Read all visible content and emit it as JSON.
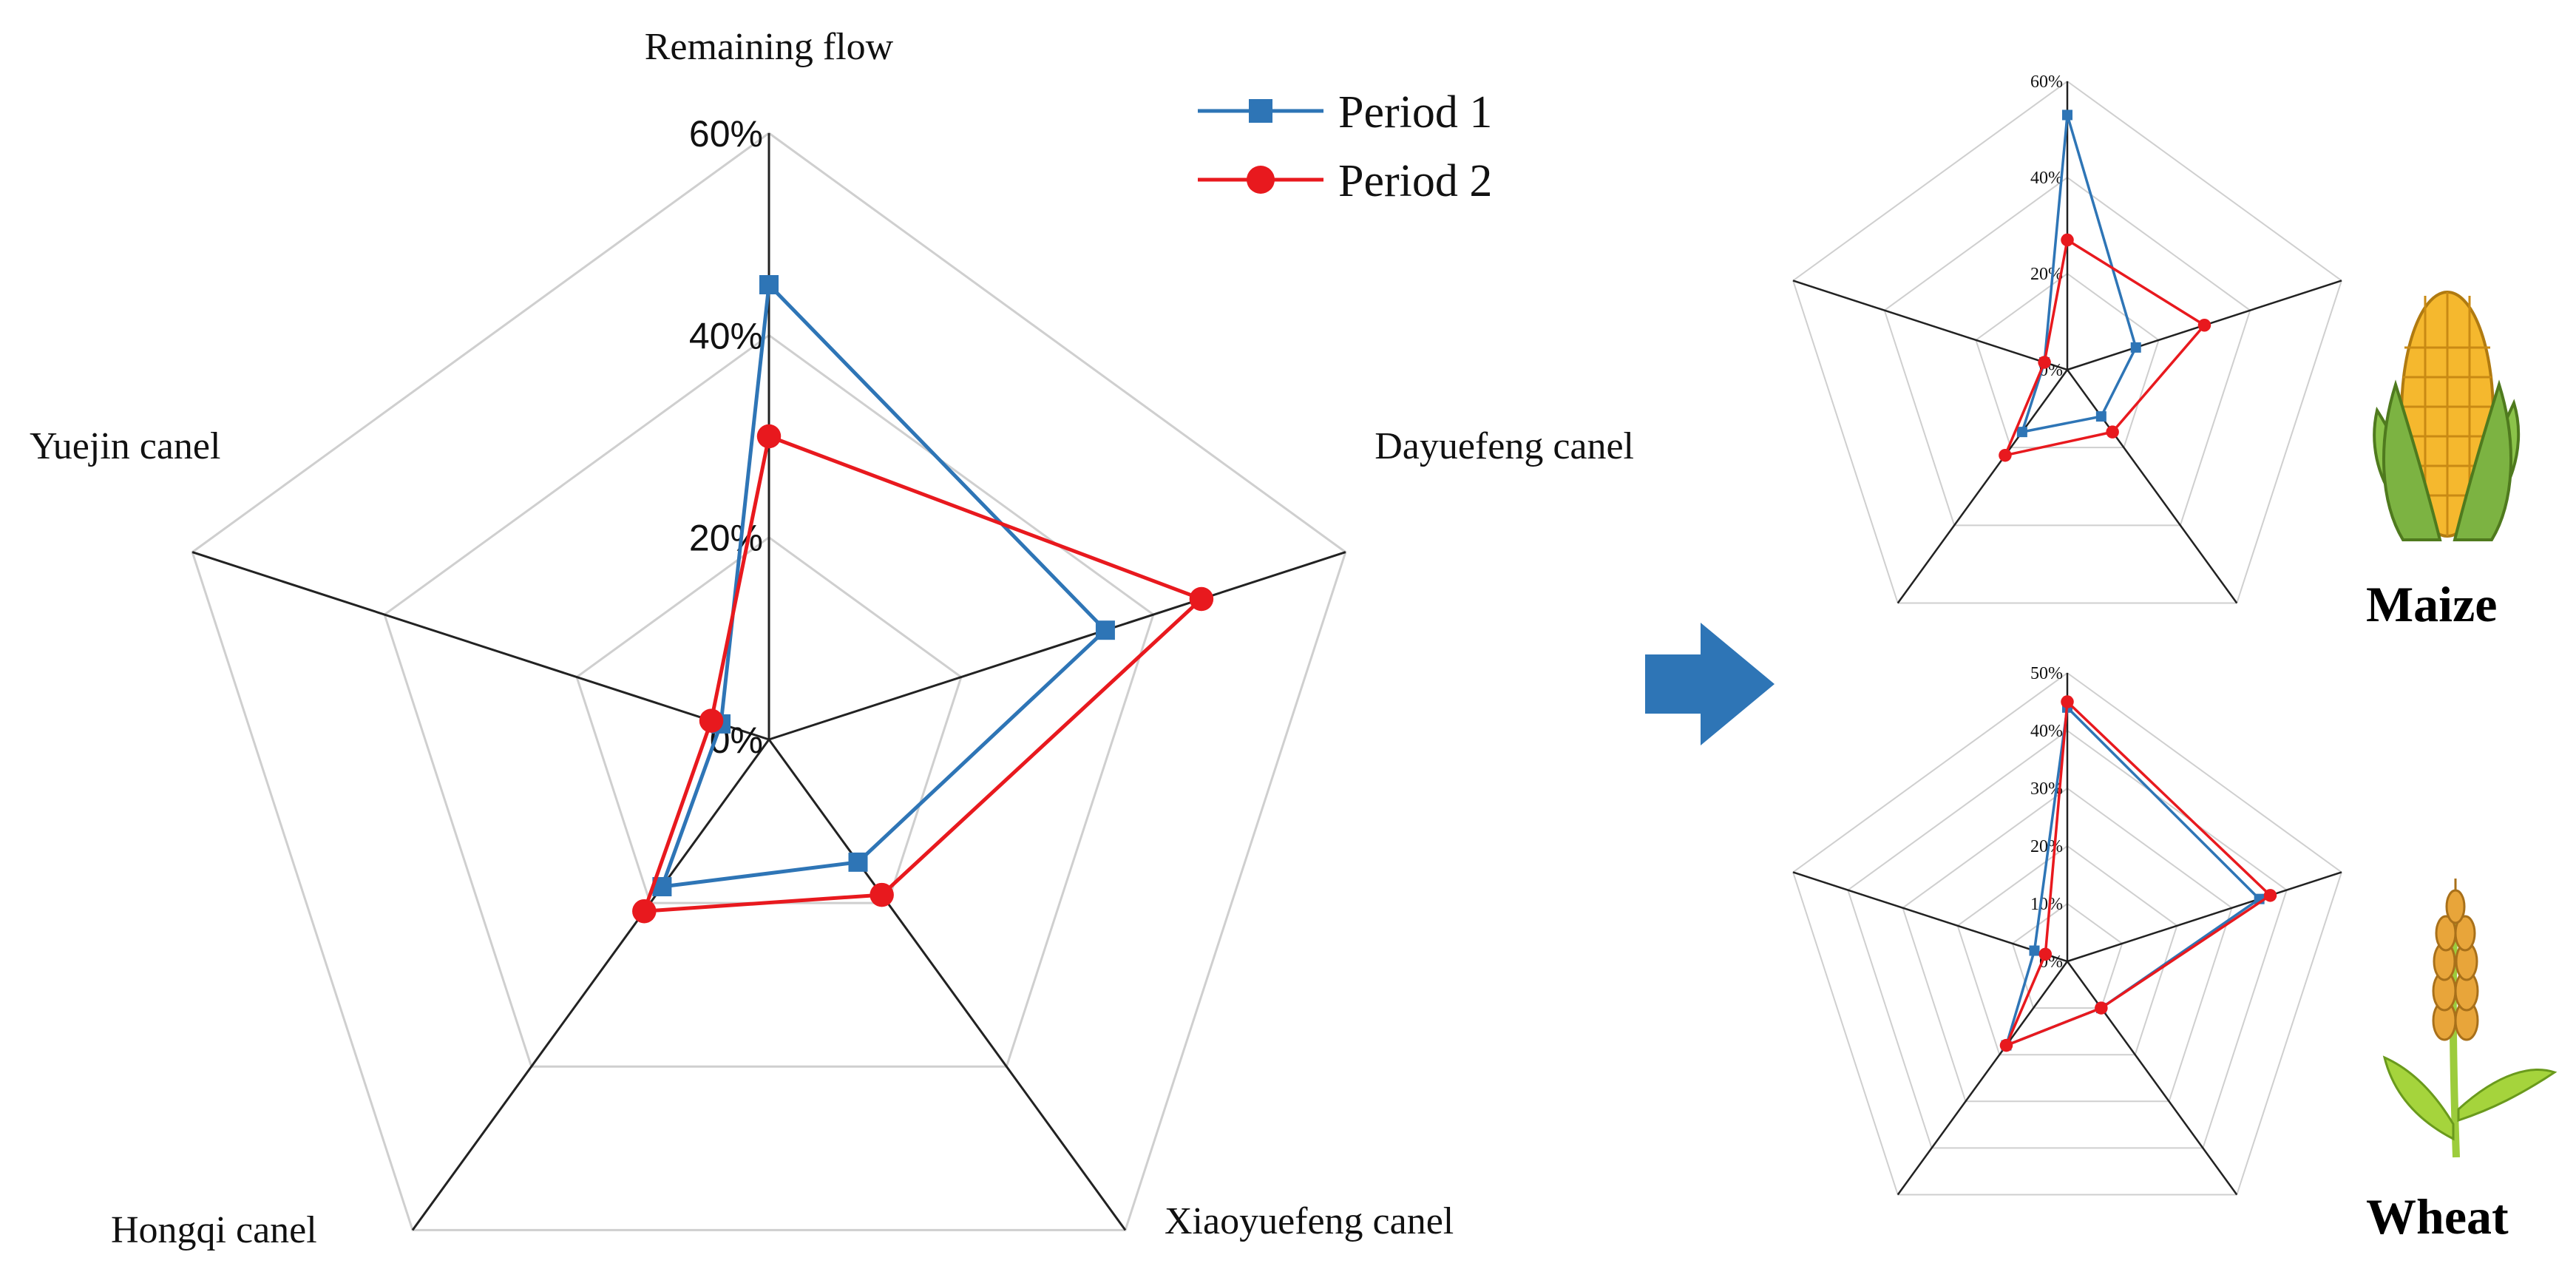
{
  "chart_data": [
    {
      "type": "radar",
      "axes": [
        "Remaining flow",
        "Dayuefeng canel",
        "Xiaoyuefeng canel",
        "Hongqi canel",
        "Yuejin canel"
      ],
      "rmax": 60,
      "ticks": [
        0,
        20,
        40,
        60
      ],
      "tick_labels": [
        "0%",
        "20%",
        "40%",
        "60%"
      ],
      "series": [
        {
          "name": "Period 1",
          "values": [
            45,
            35,
            15,
            18,
            5
          ],
          "color": "#2e75b6",
          "marker": "square"
        },
        {
          "name": "Period 2",
          "values": [
            30,
            45,
            19,
            21,
            6
          ],
          "color": "#e8191e",
          "marker": "circle"
        }
      ],
      "legend": "top-right"
    },
    {
      "type": "radar",
      "axes": [
        "",
        "",
        "",
        "",
        ""
      ],
      "rmax": 60,
      "ticks": [
        0,
        20,
        40,
        60
      ],
      "tick_labels": [
        "0%",
        "20%",
        "40%",
        "60%"
      ],
      "series": [
        {
          "name": "Period 1",
          "values": [
            53,
            15,
            12,
            16,
            5
          ],
          "color": "#2e75b6",
          "marker": "square"
        },
        {
          "name": "Period 2",
          "values": [
            27,
            30,
            16,
            22,
            5
          ],
          "color": "#e8191e",
          "marker": "circle"
        }
      ],
      "label": "Maize"
    },
    {
      "type": "radar",
      "axes": [
        "",
        "",
        "",
        "",
        ""
      ],
      "rmax": 50,
      "ticks": [
        0,
        10,
        20,
        30,
        40,
        50
      ],
      "tick_labels": [
        "0%",
        "10%",
        "20%",
        "30%",
        "40%",
        "50%"
      ],
      "series": [
        {
          "name": "Period 1",
          "values": [
            44,
            35,
            10,
            18,
            6
          ],
          "color": "#2e75b6",
          "marker": "square"
        },
        {
          "name": "Period 2",
          "values": [
            45,
            37,
            10,
            18,
            4
          ],
          "color": "#e8191e",
          "marker": "circle"
        }
      ],
      "label": "Wheat"
    }
  ],
  "colors": {
    "arrow": "#2e75b6",
    "grid": "#cfcfcf",
    "axis": "#222222"
  },
  "icons": [
    "maize-icon",
    "wheat-icon",
    "right-arrow-icon"
  ]
}
